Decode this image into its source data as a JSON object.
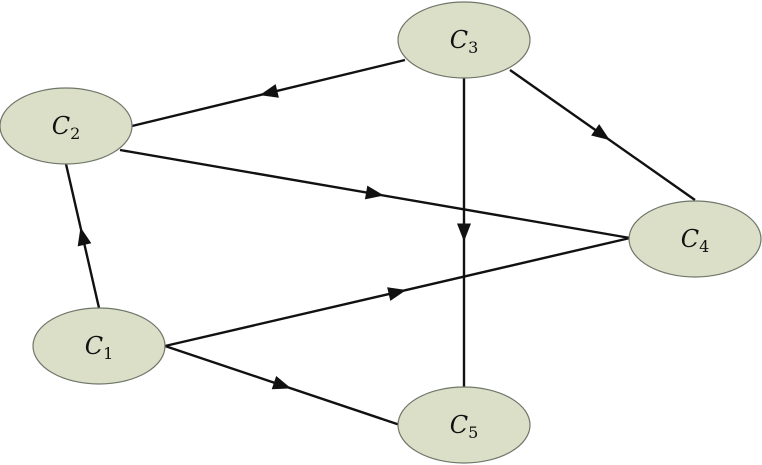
{
  "nodes": [
    {
      "id": "C1",
      "letter": "C",
      "sub": "1"
    },
    {
      "id": "C2",
      "letter": "C",
      "sub": "2"
    },
    {
      "id": "C3",
      "letter": "C",
      "sub": "3"
    },
    {
      "id": "C4",
      "letter": "C",
      "sub": "4"
    },
    {
      "id": "C5",
      "letter": "C",
      "sub": "5"
    }
  ],
  "edges": [
    {
      "from": "C3",
      "to": "C2"
    },
    {
      "from": "C3",
      "to": "C4"
    },
    {
      "from": "C3",
      "to": "C5"
    },
    {
      "from": "C2",
      "to": "C4"
    },
    {
      "from": "C1",
      "to": "C2"
    },
    {
      "from": "C1",
      "to": "C4"
    },
    {
      "from": "C1",
      "to": "C5"
    }
  ],
  "colors": {
    "node_fill": "#dcdfc8",
    "node_stroke": "#6f7769",
    "edge": "#111111"
  }
}
